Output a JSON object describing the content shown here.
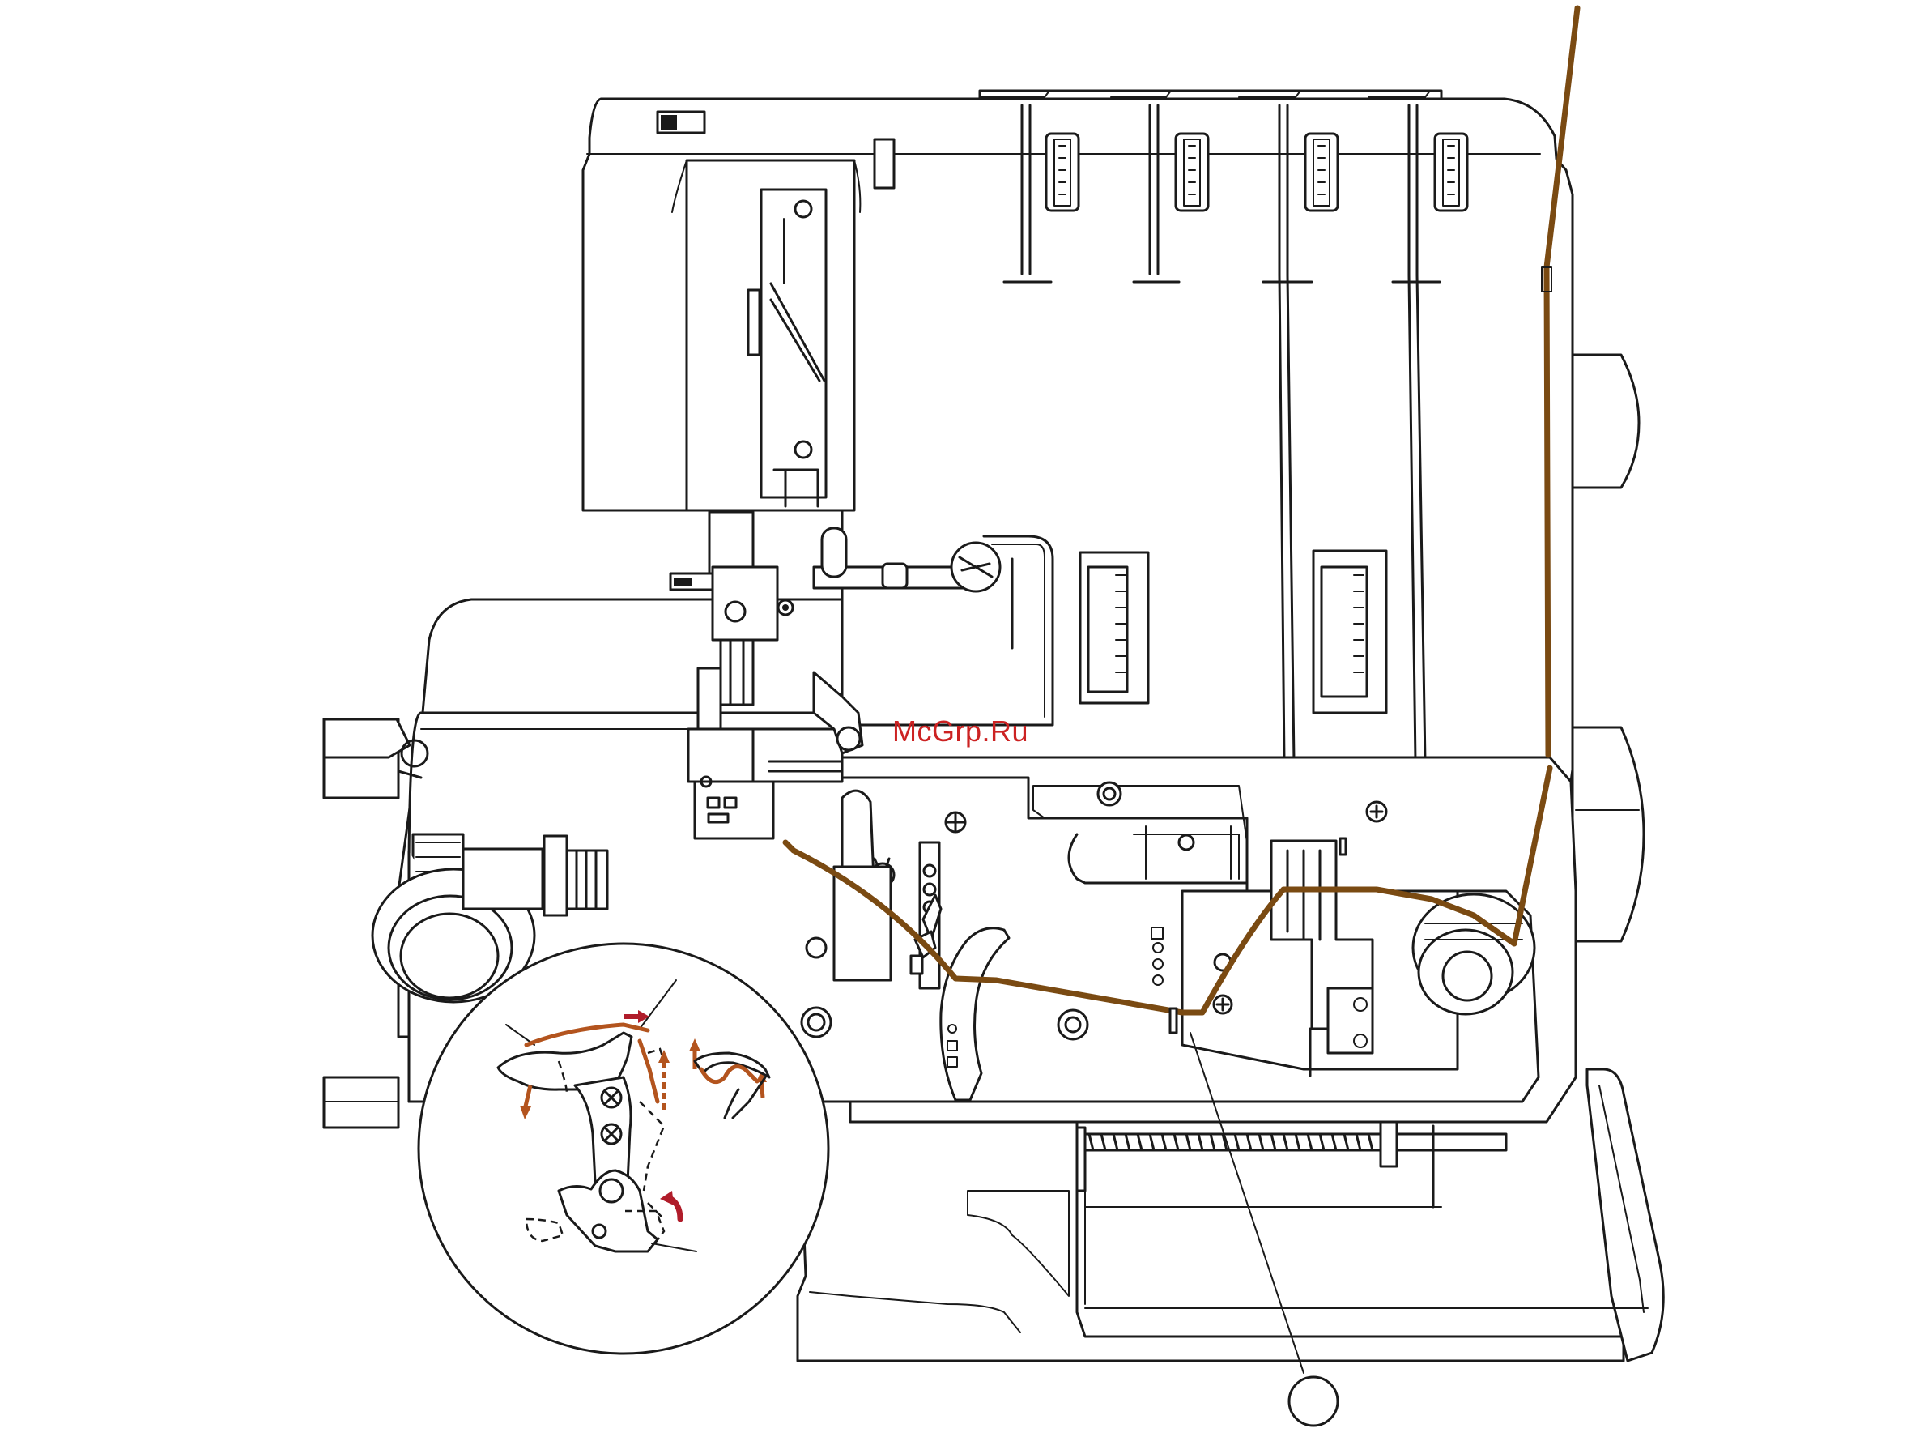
{
  "watermark": {
    "text": "McGrp.Ru"
  },
  "colors": {
    "line": "#1a1a1a",
    "thread": "#7a4a12",
    "thread_detail": "#b3541e",
    "arrow_red": "#b01c2a",
    "watermark": "#cc2222"
  },
  "diagram": {
    "subject": "overlock-machine-lower-looper-threading",
    "detail_inset": "looper-threading-magnifier",
    "step_marker_label": ""
  }
}
